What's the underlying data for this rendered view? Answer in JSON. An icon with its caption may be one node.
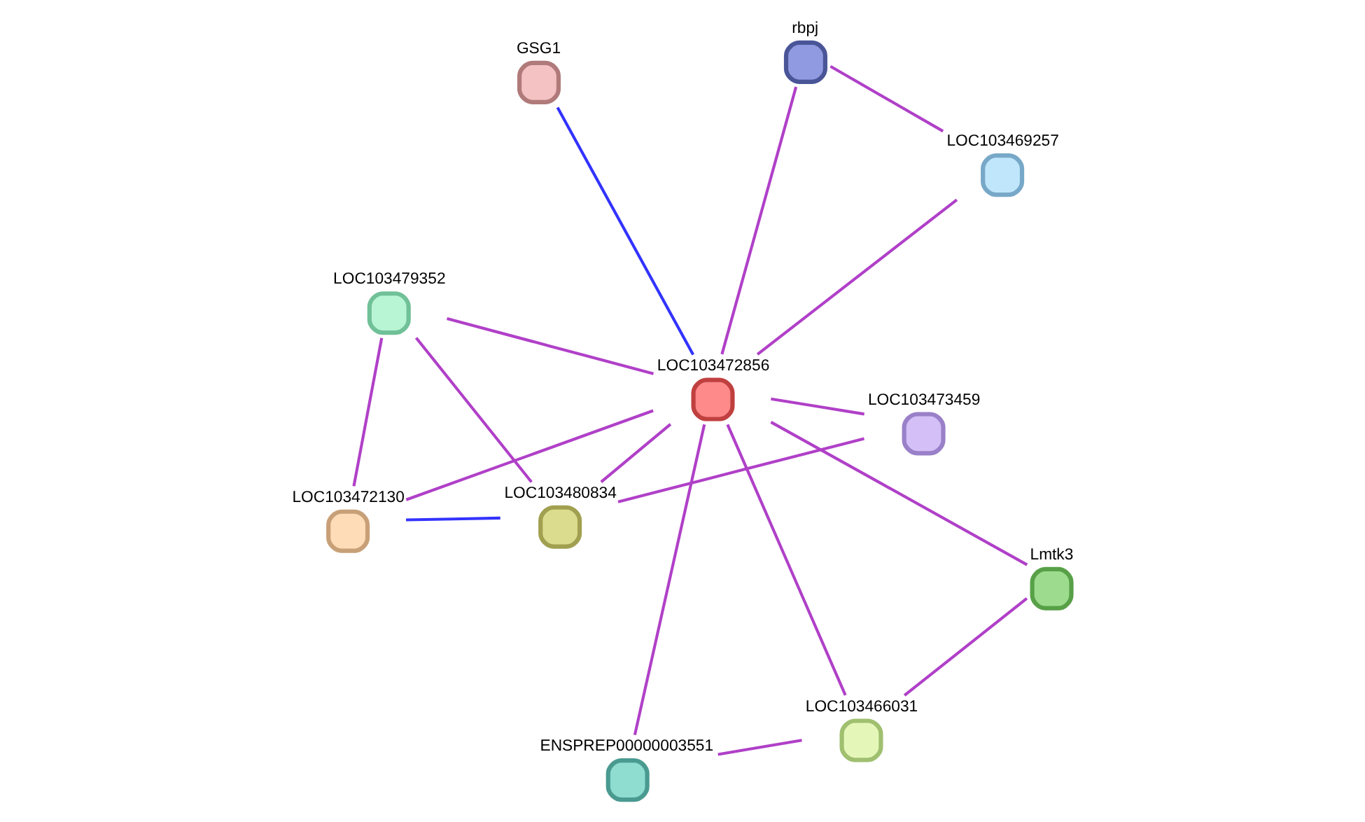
{
  "diagram": {
    "nodes": [
      {
        "text": [
          "GSG1"
        ]
      },
      {
        "text": [
          "LOC103473459"
        ]
      },
      {
        "text": [
          "LOC103480834"
        ]
      },
      {
        "text": [
          "rbpj"
        ]
      },
      {
        "text": [
          "LOC103479352"
        ]
      },
      {
        "text": [
          "LOC103472856"
        ]
      },
      {
        "text": [
          "LOC103472130"
        ]
      },
      {
        "text": [
          "LOC103469257"
        ]
      },
      {
        "text": [
          "ENSPREP00000003551"
        ]
      },
      {
        "text": [
          "LOC103466031"
        ]
      },
      {
        "text": [
          "Lmtk3"
        ]
      }
    ],
    "edges": [
      {
        "from": 0,
        "to": 5,
        "arrow": "none",
        "color": "#3333ff"
      },
      {
        "from": 1,
        "to": 5,
        "arrow": "none"
      },
      {
        "from": 1,
        "to": 2,
        "arrow": "none"
      },
      {
        "from": 2,
        "to": 5,
        "arrow": "none"
      },
      {
        "from": 2,
        "to": 4,
        "arrow": "none"
      },
      {
        "from": 2,
        "to": 6,
        "arrow": "none",
        "color": "#3333ff"
      },
      {
        "from": 3,
        "to": 5,
        "arrow": "none"
      },
      {
        "from": 3,
        "to": 7,
        "arrow": "none"
      },
      {
        "from": 4,
        "to": 5,
        "arrow": "none"
      },
      {
        "from": 4,
        "to": 6,
        "arrow": "none"
      },
      {
        "from": 5,
        "to": 6,
        "arrow": "none"
      },
      {
        "from": 5,
        "to": 7,
        "arrow": "none"
      },
      {
        "from": 5,
        "to": 8,
        "arrow": "none"
      },
      {
        "from": 5,
        "to": 9,
        "arrow": "none"
      },
      {
        "from": 5,
        "to": 10,
        "arrow": "none"
      },
      {
        "from": 8,
        "to": 9,
        "arrow": "none"
      },
      {
        "from": 9,
        "to": 10,
        "arrow": "none"
      }
    ]
  }
}
